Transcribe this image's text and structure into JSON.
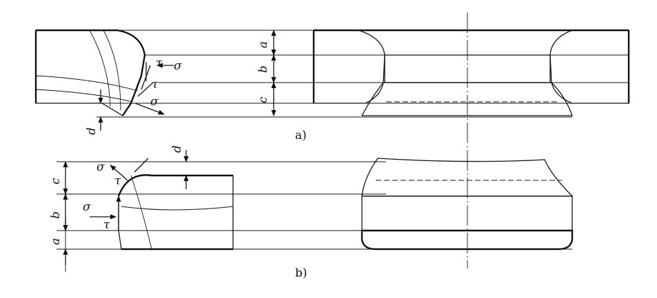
{
  "figure": {
    "caption_a": "a)",
    "caption_b": "b)",
    "labels": {
      "a": "a",
      "b": "b",
      "c": "c",
      "d": "d",
      "sigma": "σ",
      "tau": "τ"
    }
  }
}
